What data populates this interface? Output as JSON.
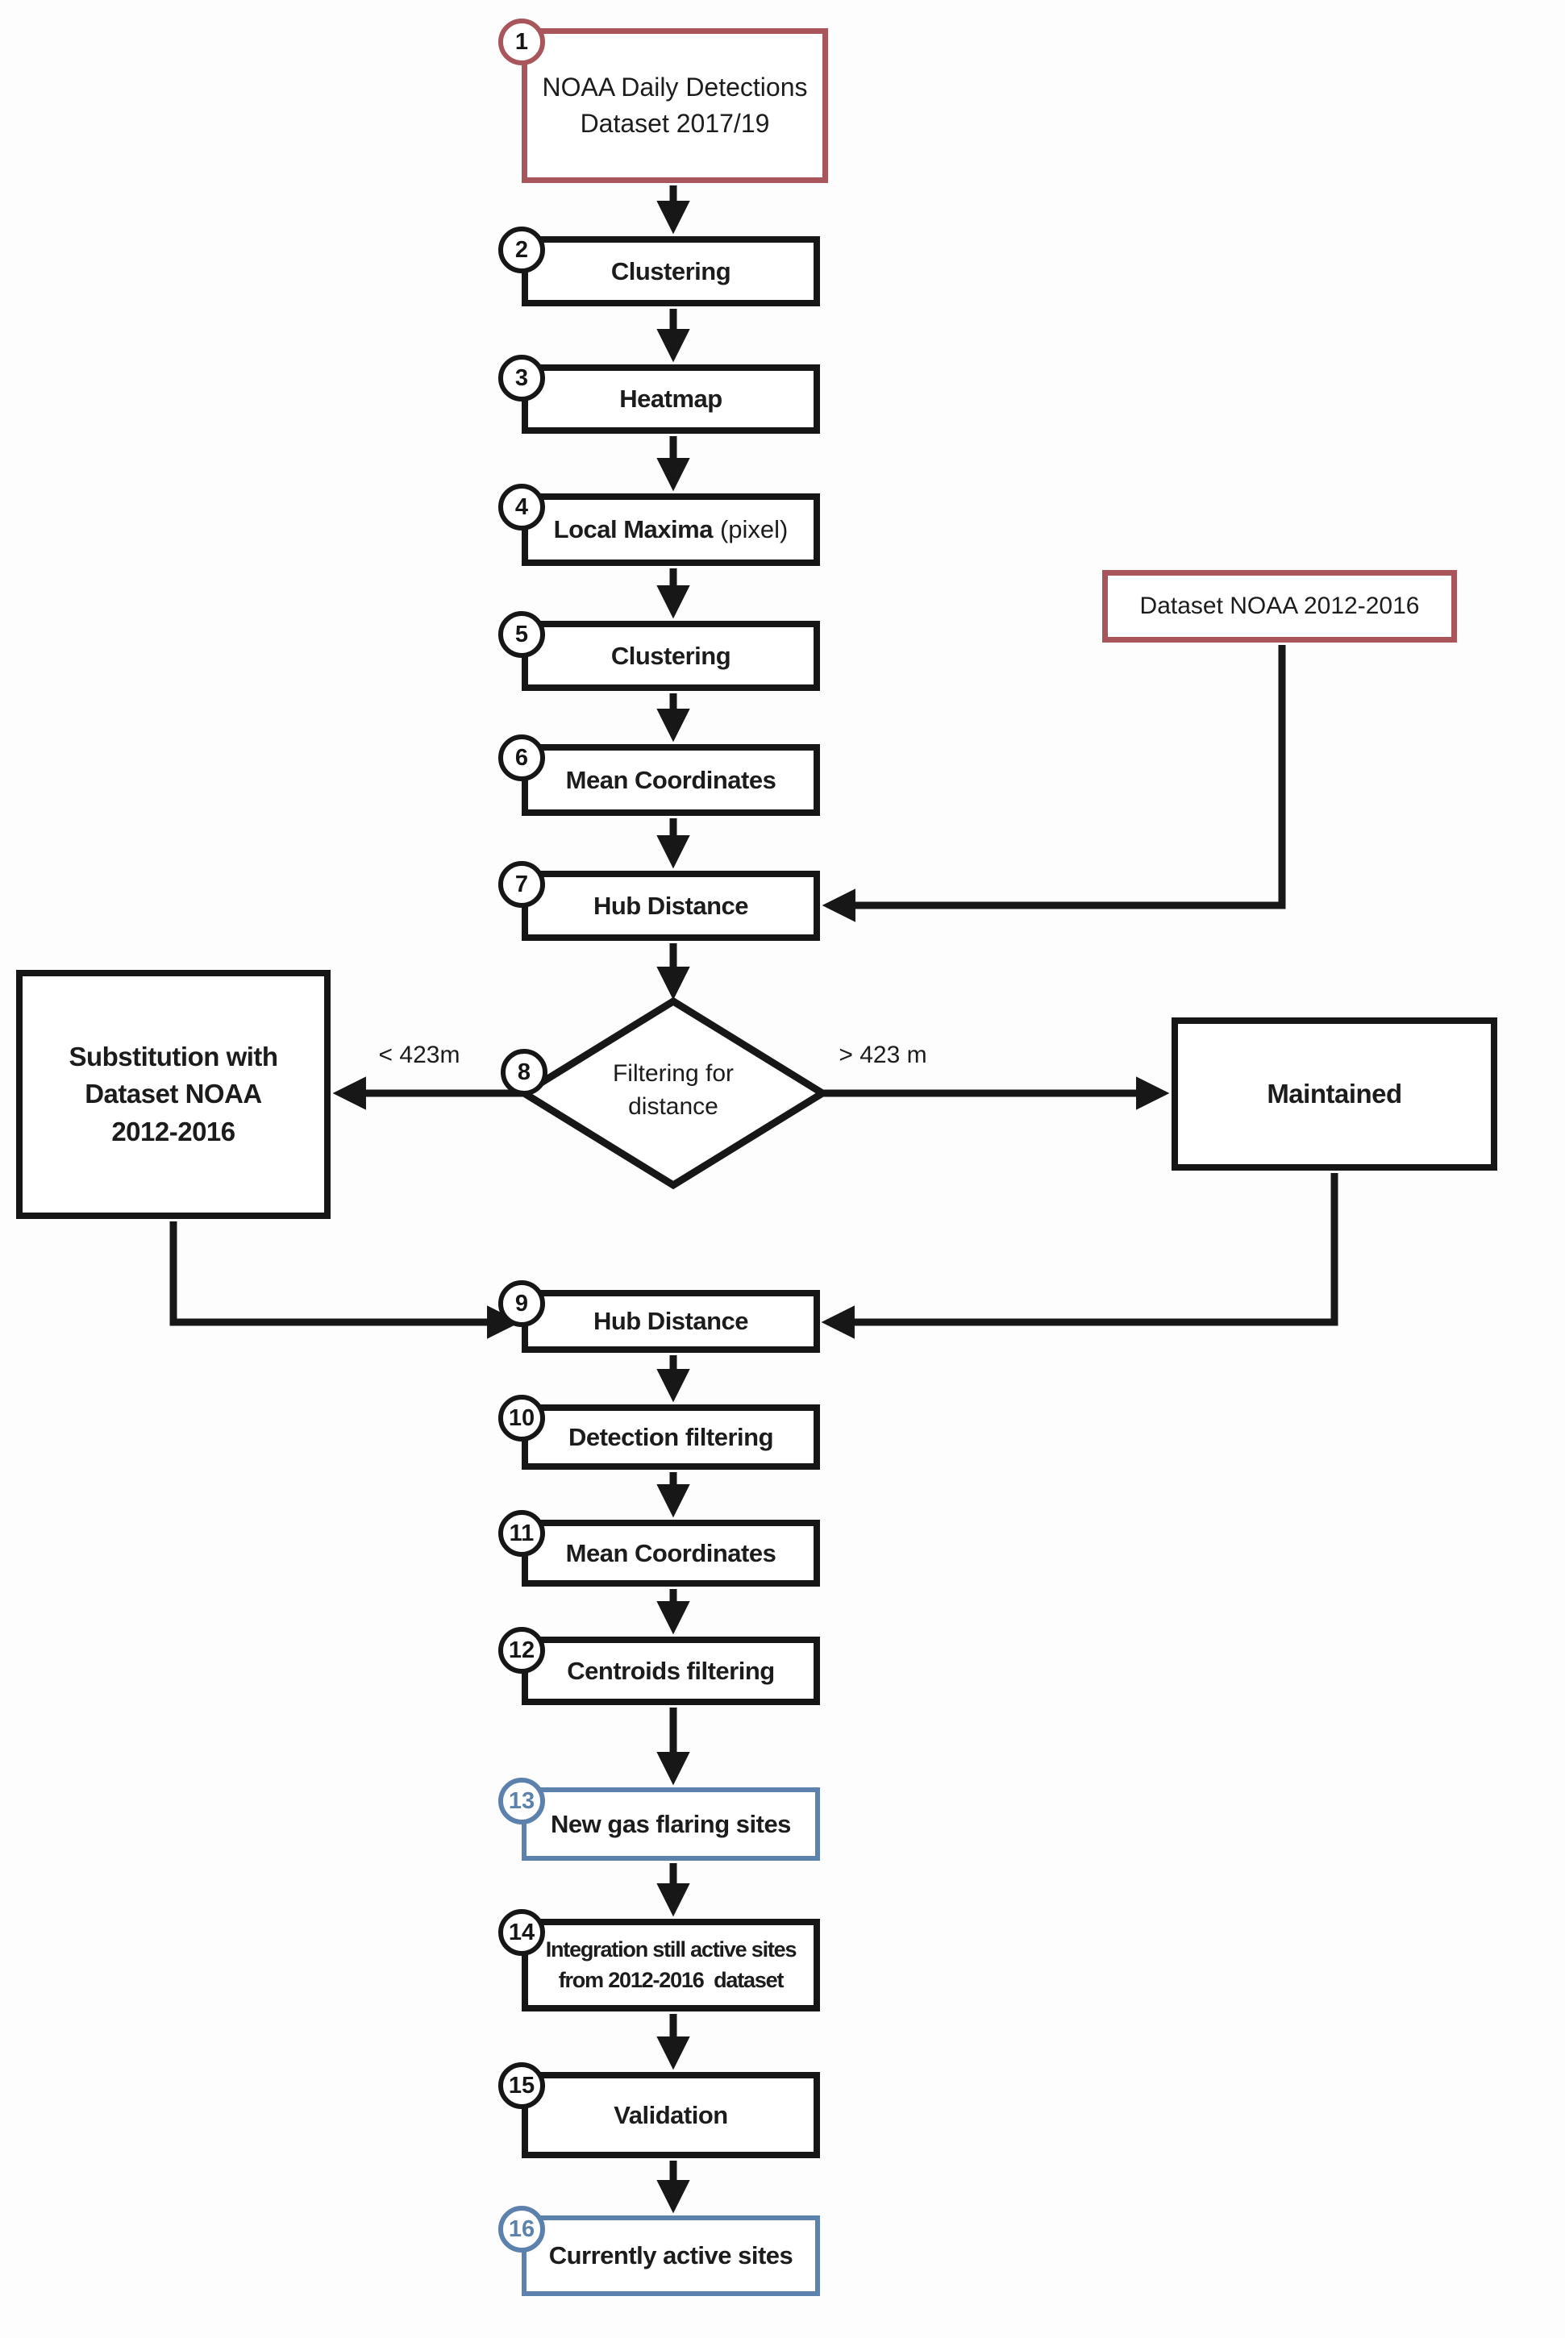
{
  "colors": {
    "ink": "#161616",
    "red": "#a8565c",
    "blue": "#5c81ad",
    "paper": "#fdfdfd"
  },
  "nodes": [
    {
      "num": "1",
      "label": "NOAA Daily Detections\nDataset 2017/19"
    },
    {
      "num": "2",
      "label": "Clustering"
    },
    {
      "num": "3",
      "label": "Heatmap"
    },
    {
      "num": "4",
      "label": "Local Maxima",
      "suffix": "(pixel)"
    },
    {
      "num": "5",
      "label": "Clustering"
    },
    {
      "num": "6",
      "label": "Mean Coordinates"
    },
    {
      "num": "7",
      "label": "Hub Distance"
    },
    {
      "num": "8",
      "label": "Filtering for\ndistance"
    },
    {
      "num": "9",
      "label": "Hub Distance"
    },
    {
      "num": "10",
      "label": "Detection filtering"
    },
    {
      "num": "11",
      "label": "Mean Coordinates"
    },
    {
      "num": "12",
      "label": "Centroids filtering"
    },
    {
      "num": "13",
      "label": "New gas flaring sites"
    },
    {
      "num": "14",
      "label": "Integration still active sites\nfrom 2012-2016  dataset"
    },
    {
      "num": "15",
      "label": "Validation"
    },
    {
      "num": "16",
      "label": "Currently active sites"
    }
  ],
  "side": {
    "dataset": {
      "label": "Dataset NOAA 2012-2016"
    },
    "substitution": {
      "label": "Substitution with\nDataset NOAA\n2012-2016"
    },
    "maintained": {
      "label": "Maintained"
    }
  },
  "branch_labels": {
    "left": "< 423m",
    "right": "> 423 m"
  }
}
